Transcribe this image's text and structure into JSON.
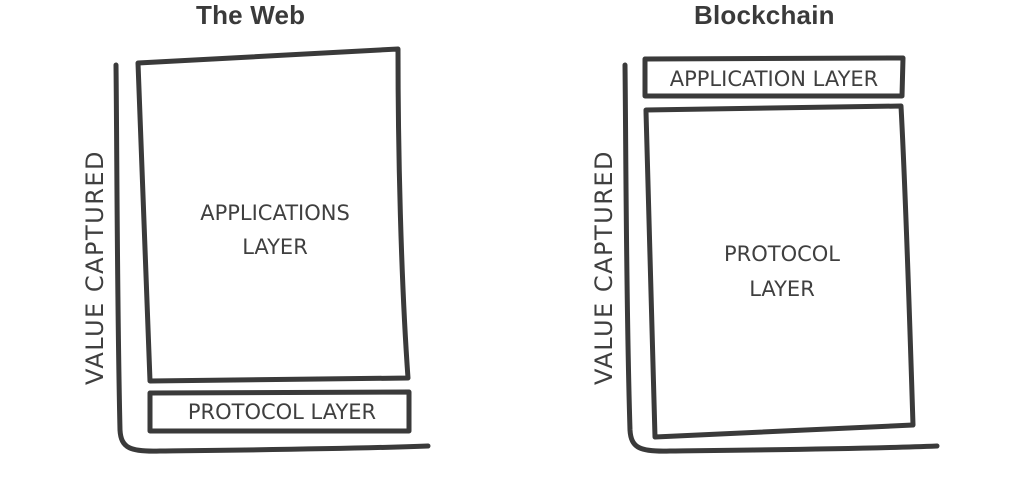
{
  "diagrams": [
    {
      "title": "The Web",
      "axis_label": "VALUE CAPTURED",
      "large_box": [
        "APPLICATIONS",
        "LAYER"
      ],
      "small_box": "PROTOCOL LAYER"
    },
    {
      "title": "Blockchain",
      "axis_label": "VALUE CAPTURED",
      "small_box": "APPLICATION LAYER",
      "large_box": [
        "PROTOCOL",
        "LAYER"
      ]
    }
  ],
  "colors": {
    "ink": "#3a3a3a",
    "background": "#ffffff"
  }
}
